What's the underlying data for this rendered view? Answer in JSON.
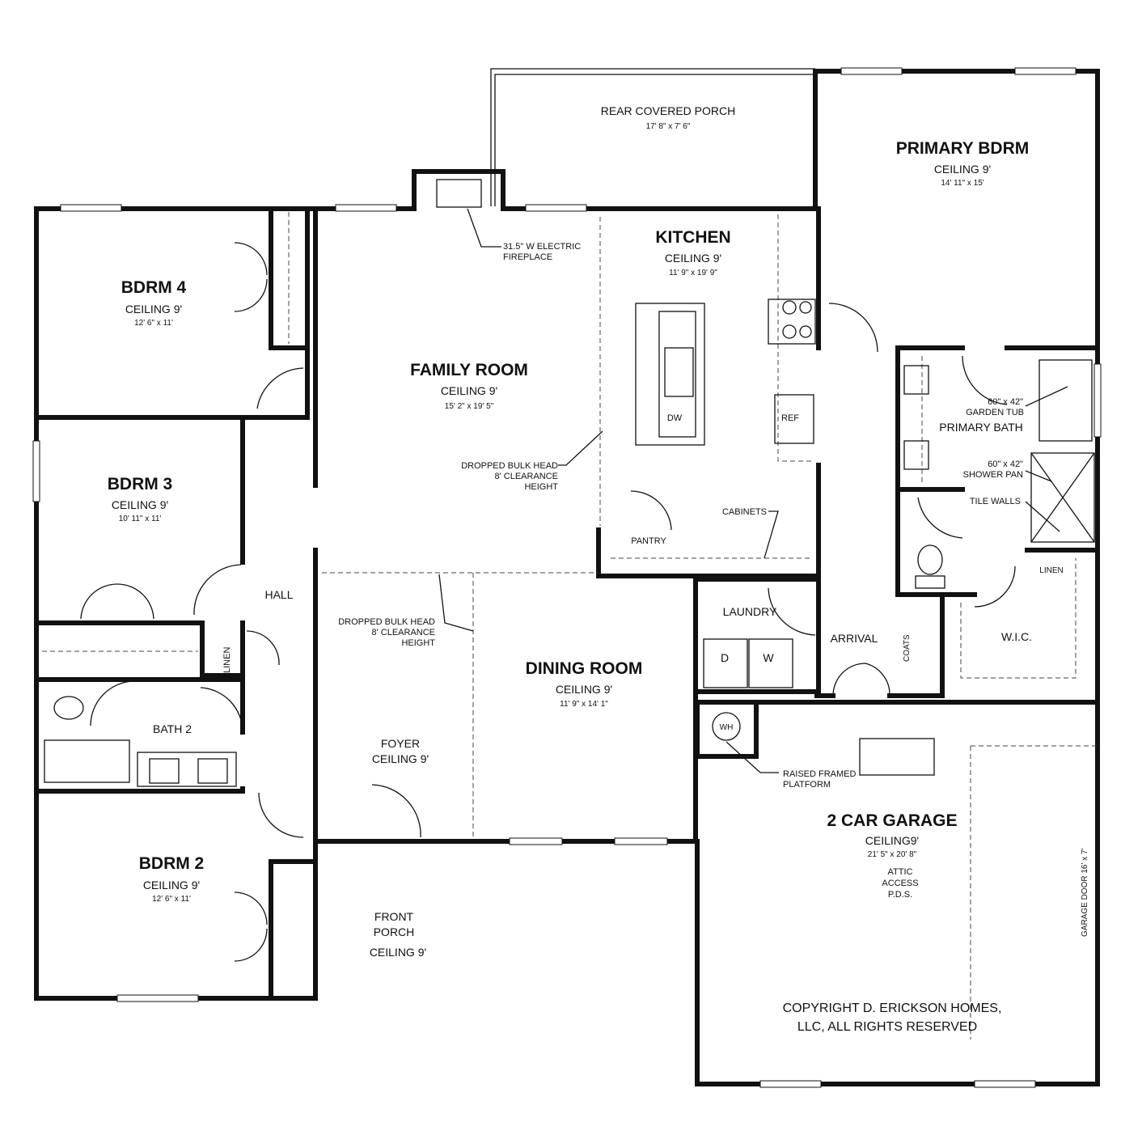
{
  "title": "Floor Plan",
  "rooms": {
    "primary": {
      "name": "PRIMARY BDRM",
      "ceiling": "CEILING 9'",
      "size": "14' 11\" x 15'"
    },
    "kitchen": {
      "name": "KITCHEN",
      "ceiling": "CEILING 9'",
      "size": "11' 9\" x 19' 9\""
    },
    "family": {
      "name": "FAMILY ROOM",
      "ceiling": "CEILING 9'",
      "size": "15' 2\" x 19' 5\""
    },
    "bdrm4": {
      "name": "BDRM 4",
      "ceiling": "CEILING 9'",
      "size": "12' 6\" x 11'"
    },
    "bdrm3": {
      "name": "BDRM 3",
      "ceiling": "CEILING 9'",
      "size": "10' 11\" x 11'"
    },
    "bdrm2": {
      "name": "BDRM 2",
      "ceiling": "CEILING 9'",
      "size": "12' 6\" x 11'"
    },
    "dining": {
      "name": "DINING ROOM",
      "ceiling": "CEILING 9'",
      "size": "11' 9\" x 14' 1\""
    },
    "garage": {
      "name": "2 CAR GARAGE",
      "ceiling": "CEILING9'",
      "size": "21' 5\" x 20' 8\""
    },
    "rear_porch": {
      "name": "REAR COVERED PORCH",
      "size": "17' 8\" x 7' 6\""
    },
    "foyer": {
      "name": "FOYER",
      "ceiling": "CEILING 9'"
    },
    "front_porch": {
      "name1": "FRONT",
      "name2": "PORCH",
      "ceiling": "CEILING 9'"
    },
    "hall": "HALL",
    "bath2": "BATH 2",
    "linen": "LINEN",
    "linen2": "LINEN",
    "laundry": "LAUNDRY",
    "arrival": "ARRIVAL",
    "coats": "COATS",
    "wic": "W.I.C.",
    "pantry": "PANTRY",
    "primary_bath": "PRIMARY BATH"
  },
  "notes": {
    "fireplace1": "31.5\" W ELECTRIC",
    "fireplace2": "FIREPLACE",
    "bulk1a": "DROPPED BULK HEAD",
    "bulk1b": "8' CLEARANCE",
    "bulk1c": "HEIGHT",
    "bulk2a": "DROPPED BULK HEAD",
    "bulk2b": "8' CLEARANCE",
    "bulk2c": "HEIGHT",
    "cabinets": "CABINETS",
    "tub1": "60\" x 42\"",
    "tub2": "GARDEN TUB",
    "shower1": "60\" x 42\"",
    "shower2": "SHOWER PAN",
    "tile": "TILE WALLS",
    "platform1": "RAISED FRAMED",
    "platform2": "PLATFORM",
    "attic1": "ATTIC",
    "attic2": "ACCESS",
    "attic3": "P.D.S.",
    "garage_door": "GARAGE DOOR 16' x 7'",
    "dw": "DW",
    "ref": "REF",
    "dryer": "D",
    "washer": "W",
    "wh": "WH"
  },
  "copyright": {
    "line1": "COPYRIGHT D. ERICKSON HOMES,",
    "line2": "LLC, ALL RIGHTS RESERVED"
  }
}
